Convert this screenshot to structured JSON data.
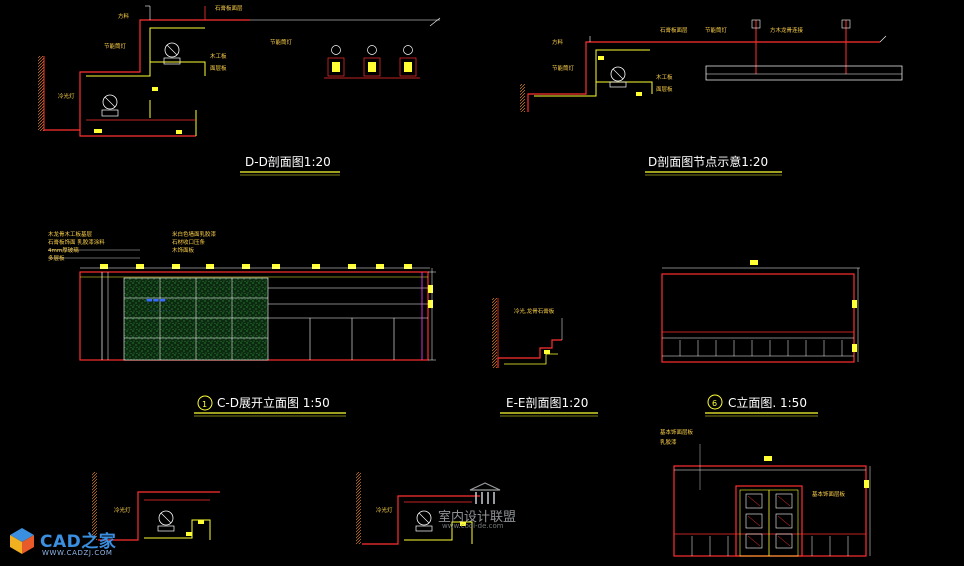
{
  "titles": {
    "dd_section": "D-D剖面图1:20",
    "d_node": "D剖面图节点示意1:20",
    "cd_elevation": "C-D展开立面图 1:50",
    "ee_section": "E-E剖面图1:20",
    "c_elevation": "C立面图. 1:50",
    "cd_marker": "1",
    "c_marker": "6"
  },
  "notes": {
    "dd_top_label": "石膏板面层",
    "dd_left_label": "方料",
    "dd_ceiling_light": "节能筒灯",
    "dd_downlight": "节能筒灯",
    "dd_wood": "木工板",
    "dd_finish": "面层板",
    "dd_cold_light": "冷光灯",
    "dn_left_label": "方料",
    "dn_top1": "石膏板面层",
    "dn_top2": "节能筒灯",
    "dn_right": "方木龙骨连接",
    "dn_light": "节能筒灯",
    "dn_wood": "木工板",
    "dn_finish": "面层板",
    "cd_note1": "木龙骨木工板基层",
    "cd_note2": "石膏板饰面 乳胶漆涂料",
    "cd_note3": "4mm厚玻璃",
    "cd_note4": "多层板",
    "cd_note5": "米白色墙面乳胶漆",
    "cd_note6": "石材收口压条",
    "cd_note7": "木饰面板",
    "ee_note": "冷光,龙骨石膏板",
    "c_note1": "基本饰面层板",
    "c_note2": "乳胶漆",
    "c_note3": "基本饰面层板",
    "bl_light": "冷光灯",
    "bm_light": "冷光灯"
  },
  "watermarks": {
    "cad_brand": "CAD之家",
    "cad_url": "WWW.CADZJ.COM",
    "center_brand": "室内设计联盟",
    "center_url": "www.cool-de.com"
  },
  "colors": {
    "background": "#000000",
    "red": "#ff3030",
    "yellow": "#ffff33",
    "white": "#ffffff",
    "green": "#2fae3c",
    "blue": "#3a6bff",
    "magenta": "#ff40ff",
    "note": "#ffd24a"
  }
}
